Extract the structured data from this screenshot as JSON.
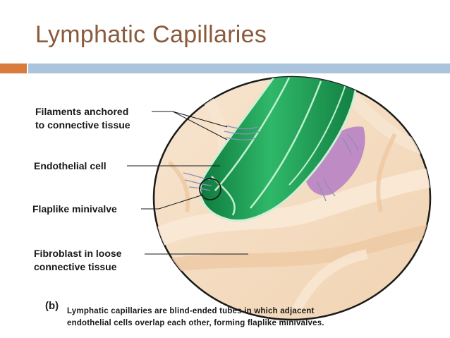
{
  "title": "Lymphatic Capillaries",
  "labels": {
    "filaments_line1": "Filaments anchored",
    "filaments_line2": "to connective tissue",
    "endothelial": "Endothelial cell",
    "minivalve": "Flaplike minivalve",
    "fibroblast_line1": "Fibroblast in loose",
    "fibroblast_line2": "connective tissue"
  },
  "figure_tag": "(b)",
  "caption_line1": "Lymphatic capillaries are blind-ended tubes in which adjacent",
  "caption_line2": "endothelial cells overlap each other, forming flaplike minivalves.",
  "colors": {
    "title": "#8a5a3c",
    "accent_orange": "#d97b3c",
    "accent_blue": "#a9c4dc",
    "capillary_green": "#1f9a52",
    "tissue_peach": "#f4dcc0"
  }
}
